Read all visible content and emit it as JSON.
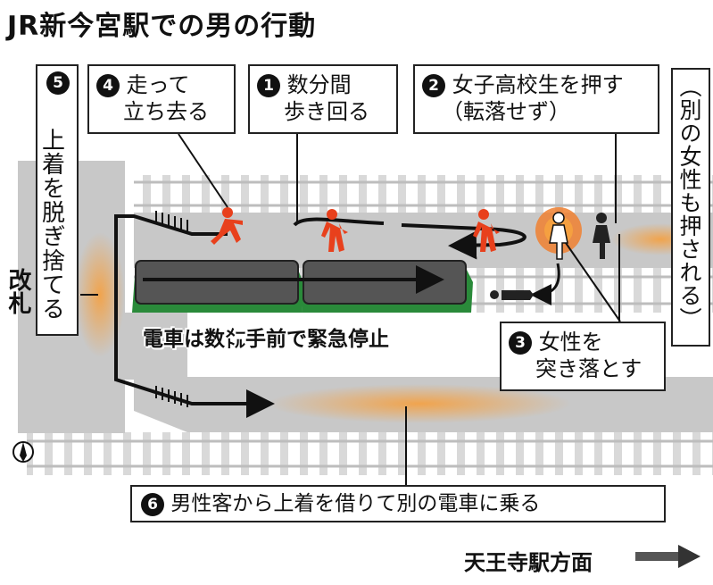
{
  "title": "JR新今宮駅での男の行動",
  "steps": {
    "s1": {
      "num": "1",
      "line1": "数分間",
      "line2": "歩き回る"
    },
    "s2": {
      "num": "2",
      "line1": "女子高校生を押す",
      "line2": "（転落せず）"
    },
    "s3": {
      "num": "3",
      "line1": "女性を",
      "line2": "突き落とす"
    },
    "s4": {
      "num": "4",
      "line1": "走って",
      "line2": "立ち去る"
    },
    "s5": {
      "num": "5",
      "text": "上着を脱ぎ捨てる"
    },
    "s6": {
      "num": "6",
      "text": "男性客から上着を借りて別の電車に乗る"
    }
  },
  "side_note": "（別の女性も押される）",
  "train_stop": "電車は数㍍手前で緊急停止",
  "gate": "改札",
  "direction": "天王寺駅方面",
  "colors": {
    "accent": "#e8401c",
    "train": "#555555",
    "train_stripe": "#2a8a3a",
    "platform": "#c8c8c8",
    "highlight": "#f5a040"
  }
}
